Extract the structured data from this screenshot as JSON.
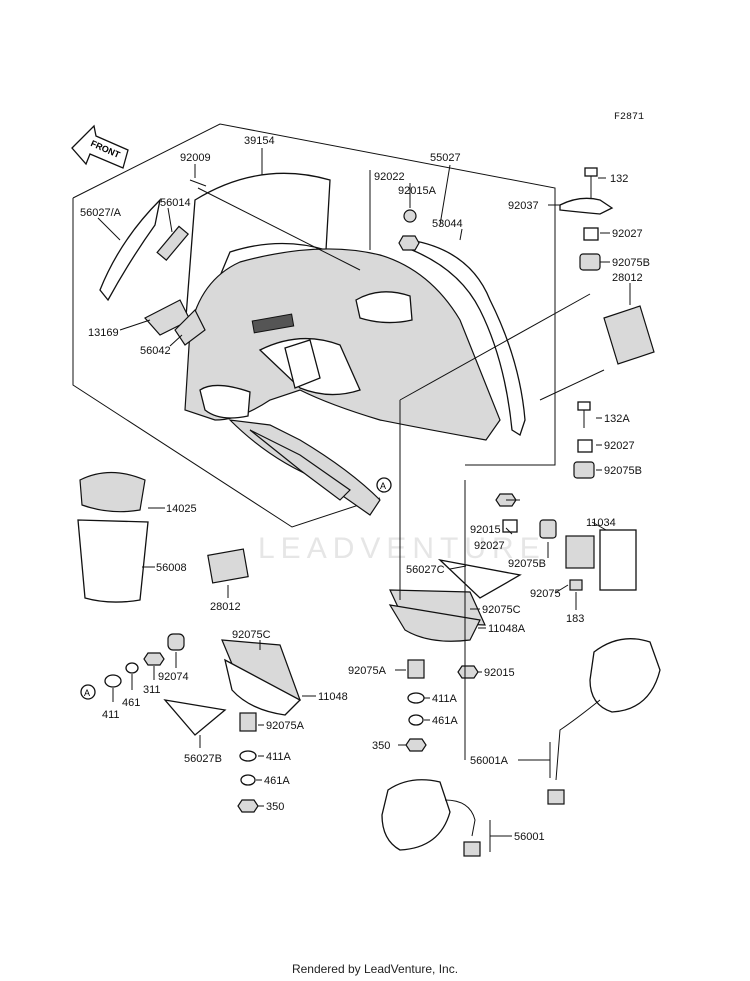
{
  "figure_code": "F2871",
  "front_arrow_text": "FRONT",
  "watermark": "LEADVENTURE",
  "footer": "Rendered by LeadVenture, Inc.",
  "ref_marker": "A",
  "parts": {
    "p39154": "39154",
    "p92009": "92009",
    "p56027A": "56027/A",
    "p56014": "56014",
    "p13169": "13169",
    "p56042": "56042",
    "p92022": "92022",
    "p92015A": "92015A",
    "p55027": "55027",
    "p53044": "53044",
    "p132": "132",
    "p92037": "92037",
    "p92027a": "92027",
    "p92075Ba": "92075B",
    "p28012a": "28012",
    "p132A": "132A",
    "p92027b": "92027",
    "p92075Bb": "92075B",
    "p14025": "14025",
    "p56008": "56008",
    "p28012b": "28012",
    "p92015a": "92015",
    "p92027c": "92027",
    "p92075Bc": "92075B",
    "p11034": "11034",
    "p92075": "92075",
    "p183": "183",
    "p56027C": "56027C",
    "p92075Ca": "92075C",
    "p11048A": "11048A",
    "p92075Aa": "92075A",
    "p92015b": "92015",
    "p411Aa": "411A",
    "p461Aa": "461A",
    "p350a": "350",
    "p56001A": "56001A",
    "p56001": "56001",
    "p92075Cb": "92075C",
    "p11048": "11048",
    "p92074": "92074",
    "p311": "311",
    "p461": "461",
    "p411": "411",
    "p56027B": "56027B",
    "p92075Ab": "92075A",
    "p411Ab": "411A",
    "p461Ab": "461A",
    "p350b": "350"
  }
}
